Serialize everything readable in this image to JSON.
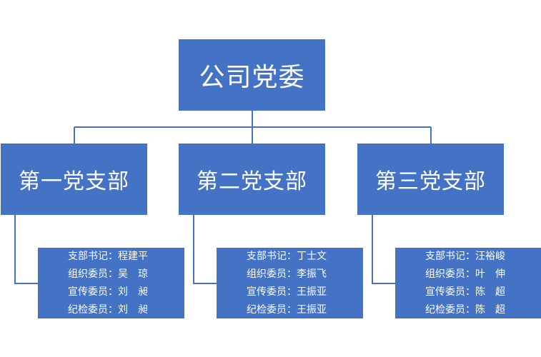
{
  "root": {
    "title": "公司党委"
  },
  "branches": [
    {
      "title": "第一党支部",
      "members": [
        "支部书记：程建平",
        "组织委员：吴　琼",
        "宣传委员：刘　昶",
        "纪检委员：刘　昶"
      ]
    },
    {
      "title": "第二党支部",
      "members": [
        "支部书记：丁士文",
        "组织委员：李振飞",
        "宣传委员：王振亚",
        "纪检委员：王振亚"
      ]
    },
    {
      "title": "第三党支部",
      "members": [
        "支部书记：汪裕峻",
        "组织委员：叶　伸",
        "宣传委员：陈　超",
        "纪检委员：陈　超"
      ]
    }
  ],
  "colors": {
    "box": "#4472c4",
    "line": "#4472c4",
    "text": "#ffffff"
  }
}
